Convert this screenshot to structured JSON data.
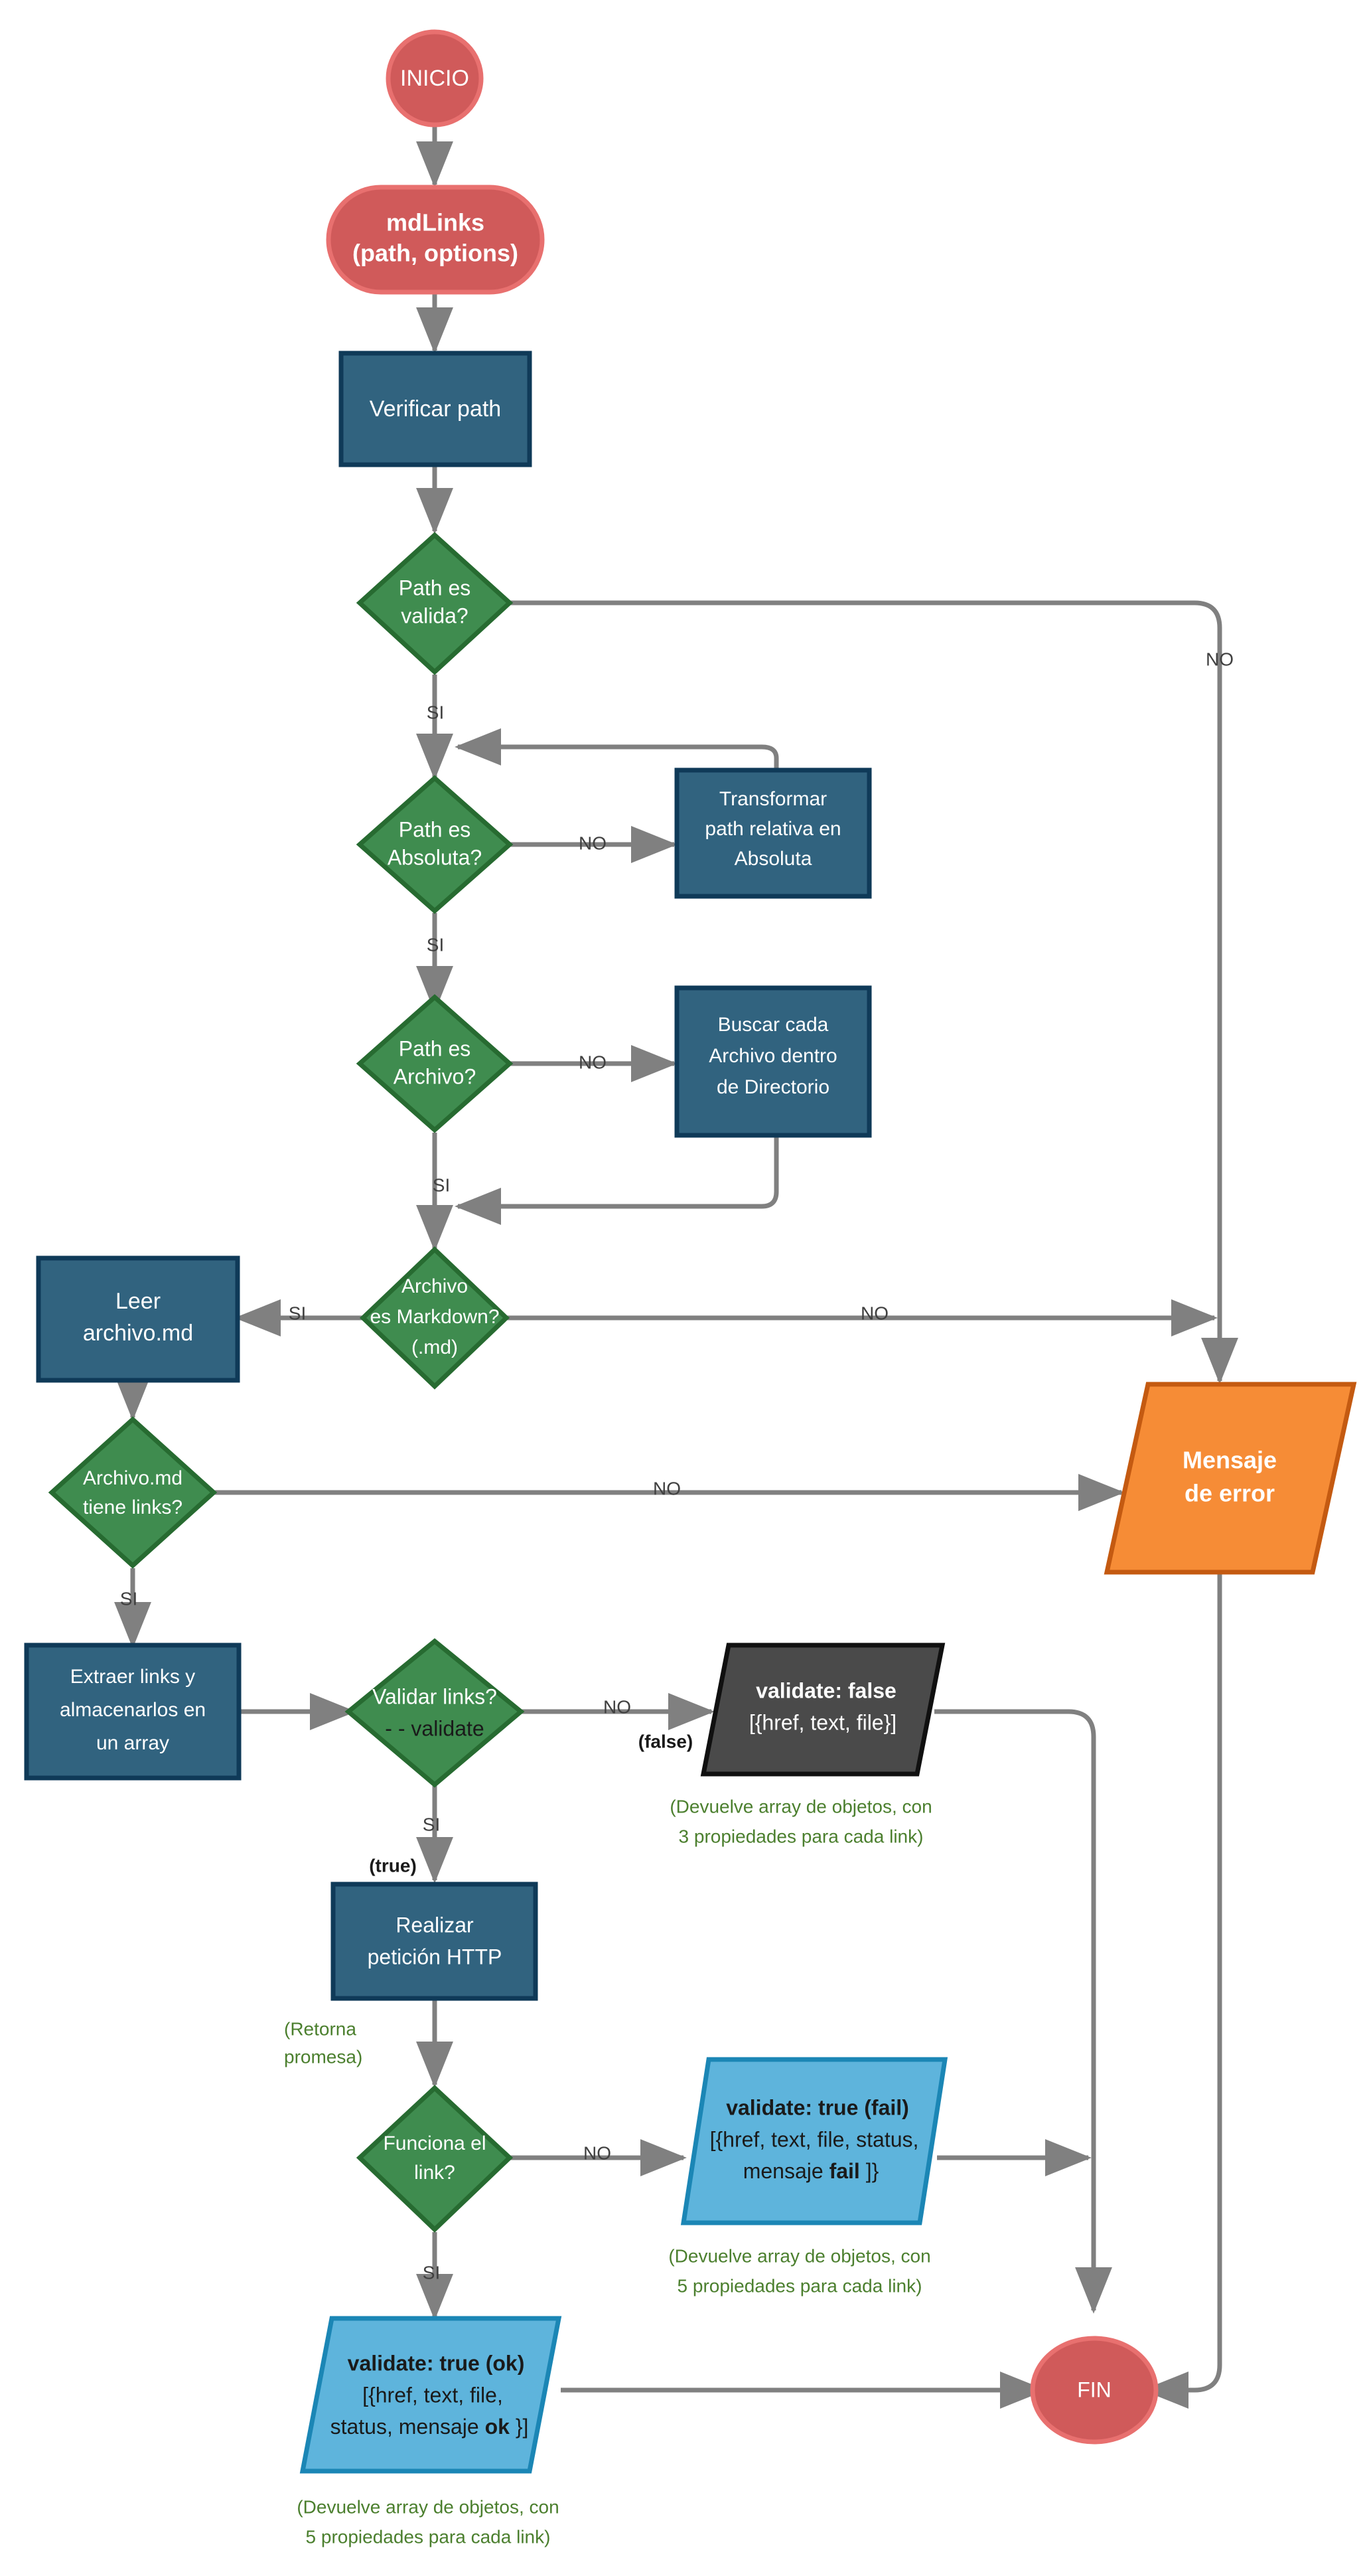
{
  "diagram": {
    "title": "mdLinks flowchart",
    "palette": {
      "red": "#d05a5a",
      "red_border": "#e8706f",
      "blue": "#31637f",
      "blue_border": "#0f3a58",
      "green": "#3f8c4f",
      "green_border": "#276b31",
      "orange": "#f68c36",
      "orange_border": "#c45a11",
      "dark": "#4a4a4a",
      "dark_border": "#101010",
      "lightblue": "#5eb4dc",
      "lightblue_border": "#1b86b5",
      "edge": "#808080",
      "note_green": "#4b7f2e"
    },
    "nodes": {
      "inicio": {
        "label": "INICIO",
        "shape": "circle"
      },
      "mdlinks": {
        "line1": "mdLinks",
        "line2": "(path, options)",
        "shape": "stadium"
      },
      "verificar_path": {
        "label": "Verificar path",
        "shape": "rect"
      },
      "path_valida": {
        "line1": "Path es",
        "line2": "valida?",
        "shape": "diamond"
      },
      "path_absoluta": {
        "line1": "Path es",
        "line2": "Absoluta?",
        "shape": "diamond"
      },
      "transformar": {
        "line1": "Transformar",
        "line2": "path relativa en",
        "line3": "Absoluta",
        "shape": "rect"
      },
      "path_archivo": {
        "line1": "Path es",
        "line2": "Archivo?",
        "shape": "diamond"
      },
      "buscar": {
        "line1": "Buscar cada",
        "line2": "Archivo dentro",
        "line3": "de Directorio",
        "shape": "rect"
      },
      "archivo_markdown": {
        "line1": "Archivo",
        "line2": "es Markdown?",
        "line3": "(.md)",
        "shape": "diamond"
      },
      "leer_archivo": {
        "line1": "Leer",
        "line2": "archivo.md",
        "shape": "rect"
      },
      "tiene_links": {
        "line1": "Archivo.md",
        "line2": "tiene links?",
        "shape": "diamond"
      },
      "mensaje_error": {
        "line1": "Mensaje",
        "line2": "de error",
        "shape": "parallelogram"
      },
      "extraer_links": {
        "line1": "Extraer links y",
        "line2": "almacenarlos en",
        "line3": "un array",
        "shape": "rect"
      },
      "validar_links": {
        "line1": "Validar links?",
        "line2": "- - validate",
        "shape": "diamond"
      },
      "validate_false": {
        "line1": "validate: false",
        "line2": "[{href, text, file}]",
        "shape": "parallelogram"
      },
      "realizar_http": {
        "line1": "Realizar",
        "line2": "petición HTTP",
        "shape": "rect"
      },
      "funciona_link": {
        "line1": "Funciona el",
        "line2": "link?",
        "shape": "diamond"
      },
      "validate_true_fail": {
        "line1": "validate: true (fail)",
        "line2": "[{href, text, file, status,",
        "line3_a": "mensaje ",
        "line3_b": "fail",
        "line3_c": " ]}",
        "shape": "parallelogram"
      },
      "validate_true_ok": {
        "line1": "validate: true (ok)",
        "line2": "[{href, text, file,",
        "line3_a": "status, mensaje ",
        "line3_b": "ok",
        "line3_c": " }]",
        "shape": "parallelogram"
      },
      "fin": {
        "label": "FIN",
        "shape": "ellipse"
      }
    },
    "edge_labels": {
      "valida_no": "NO",
      "valida_si": "SI",
      "absoluta_no": "NO",
      "absoluta_si": "SI",
      "archivo_no": "NO",
      "archivo_si": "SI",
      "markdown_si": "SI",
      "markdown_no": "NO",
      "links_no": "NO",
      "links_si": "SI",
      "validar_no": "NO",
      "validar_si": "SI",
      "validar_false": "(false)",
      "validar_true": "(true)",
      "funciona_no": "NO",
      "funciona_si": "SI"
    },
    "notes": {
      "promesa": {
        "line1": "(Retorna",
        "line2": "promesa)"
      },
      "tres_props": {
        "line1": "(Devuelve array de objetos, con",
        "line2": "3 propiedades para cada link)"
      },
      "cinco_props_fail": {
        "line1": "(Devuelve array de objetos, con",
        "line2": "5 propiedades para cada link)"
      },
      "cinco_props_ok": {
        "line1": "(Devuelve array de objetos, con",
        "line2": "5 propiedades para cada link)"
      }
    }
  }
}
